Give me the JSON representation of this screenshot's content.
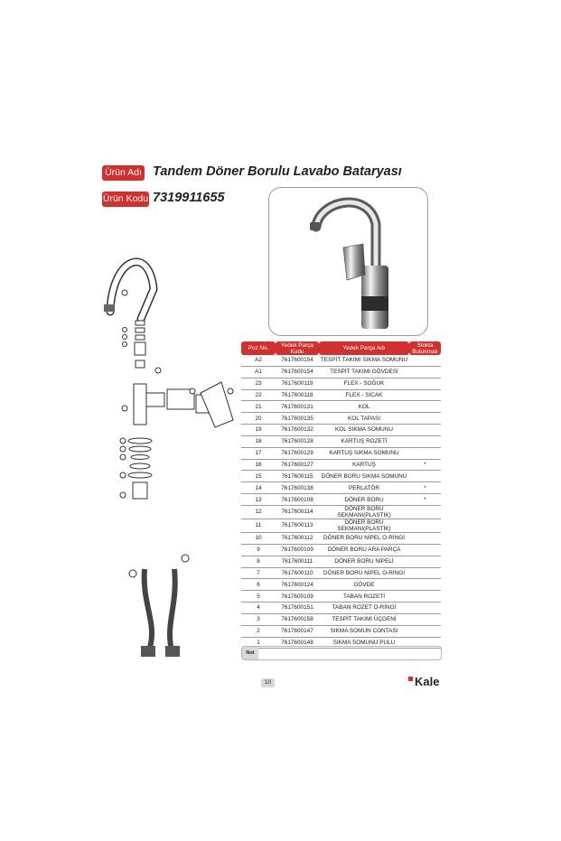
{
  "header": {
    "product_name_label": "Ürün Adı",
    "product_name": "Tandem Döner Borulu Lavabo Bataryası",
    "product_code_label": "Ürün Kodu",
    "product_code": "7319911655"
  },
  "table": {
    "headers": {
      "pos": "Poz No.",
      "code": "Yedek Parça Kodu",
      "name": "Yedek Parça Adı",
      "stock": "Stokta Bulunmalı"
    },
    "rows": [
      {
        "pos": "A2",
        "code": "7617600154",
        "name": "TESPİT TAKIMI SIKMA SOMUNU",
        "stock": ""
      },
      {
        "pos": "A1",
        "code": "7617600154",
        "name": "TESPİT TAKIMI GÖVDESİ",
        "stock": ""
      },
      {
        "pos": "23",
        "code": "7617600119",
        "name": "FLEX - SOĞUK",
        "stock": ""
      },
      {
        "pos": "22",
        "code": "7617600118",
        "name": "FLEX - SICAK",
        "stock": ""
      },
      {
        "pos": "21",
        "code": "7617600131",
        "name": "KOL",
        "stock": ""
      },
      {
        "pos": "20",
        "code": "7617600135",
        "name": "KOL TAPASI",
        "stock": ""
      },
      {
        "pos": "19",
        "code": "7617600132",
        "name": "KOL SIKMA SOMUNU",
        "stock": ""
      },
      {
        "pos": "18",
        "code": "7617600128",
        "name": "KARTUŞ ROZETİ",
        "stock": ""
      },
      {
        "pos": "17",
        "code": "7617600129",
        "name": "KARTUŞ SIKMA SOMUNU",
        "stock": ""
      },
      {
        "pos": "16",
        "code": "7617600127",
        "name": "KARTUŞ",
        "stock": "*"
      },
      {
        "pos": "15",
        "code": "7617600115",
        "name": "DÖNER BORU SIKMA SOMUNU",
        "stock": ""
      },
      {
        "pos": "14",
        "code": "7617600138",
        "name": "PERLATÖR",
        "stock": "*"
      },
      {
        "pos": "13",
        "code": "7617600108",
        "name": "DÖNER BORU",
        "stock": "*"
      },
      {
        "pos": "12",
        "code": "7617600114",
        "name": "DÖNER BORU SEKMANI(PLASTİK)",
        "stock": ""
      },
      {
        "pos": "11",
        "code": "7617600113",
        "name": "DÖNER BORU SEKMANI(PLASTİK)",
        "stock": ""
      },
      {
        "pos": "10",
        "code": "7617600112",
        "name": "DÖNER BORU NİPEL O-RİNGİ",
        "stock": ""
      },
      {
        "pos": "9",
        "code": "7617600109",
        "name": "DÖNER BORU ARA PARÇA",
        "stock": ""
      },
      {
        "pos": "8",
        "code": "7617600111",
        "name": "DÖNER BORU NİPELİ",
        "stock": ""
      },
      {
        "pos": "7",
        "code": "7617600110",
        "name": "DÖNER BORU NİPEL O-RİNGİ",
        "stock": ""
      },
      {
        "pos": "6",
        "code": "7617600124",
        "name": "GÖVDE",
        "stock": ""
      },
      {
        "pos": "5",
        "code": "7617600109",
        "name": "TABAN ROZETİ",
        "stock": ""
      },
      {
        "pos": "4",
        "code": "7617600151",
        "name": "TABAN ROZET O-RİNGİ",
        "stock": ""
      },
      {
        "pos": "3",
        "code": "7617600158",
        "name": "TESPİT TAKIMI ÜÇGENİ",
        "stock": ""
      },
      {
        "pos": "2",
        "code": "7617600147",
        "name": "SIKMA SOMUN CONTASI",
        "stock": ""
      },
      {
        "pos": "1",
        "code": "7617600148",
        "name": "SIKMA SOMUNU PULU",
        "stock": ""
      }
    ]
  },
  "note": {
    "label": "Not"
  },
  "footer": {
    "page_number": "10",
    "brand": "Kale"
  },
  "colors": {
    "accent": "#d2302f"
  }
}
